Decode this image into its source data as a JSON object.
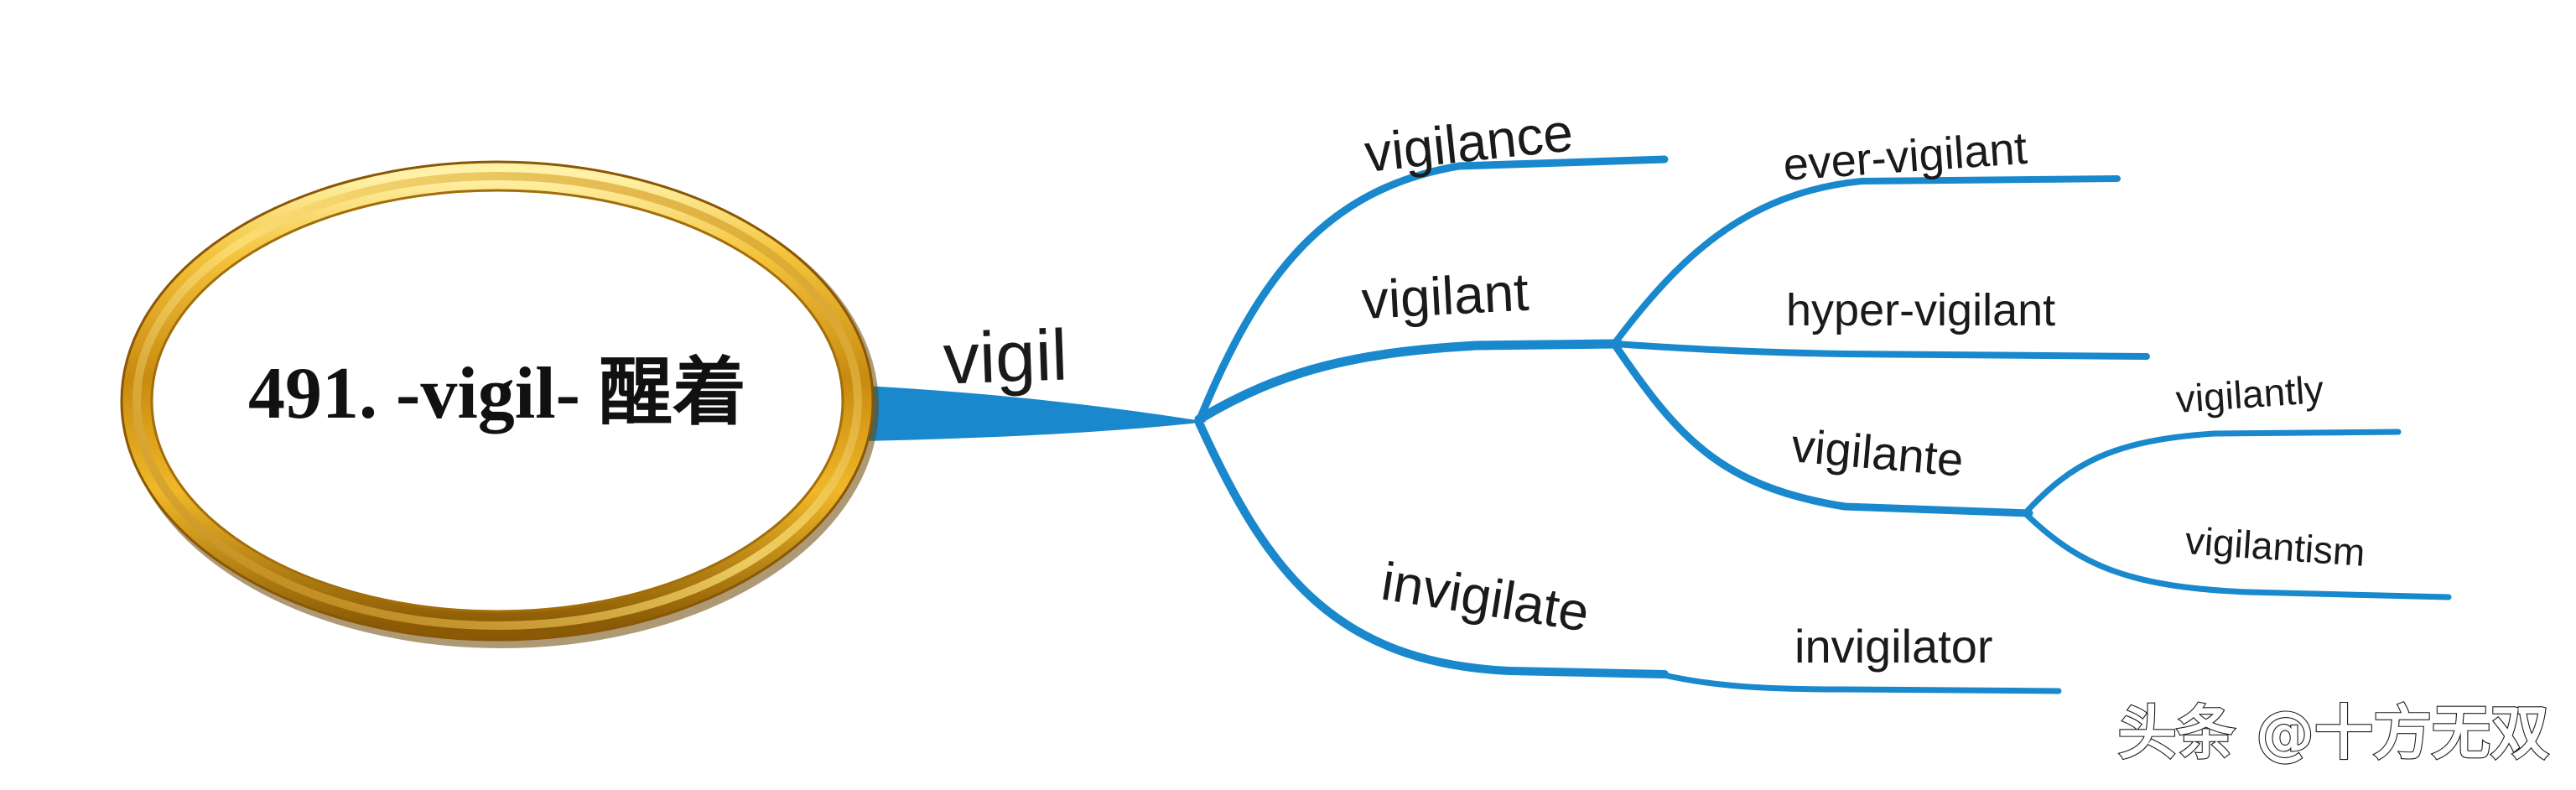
{
  "root": {
    "label": "491. -vigil- 醒着"
  },
  "stem": {
    "label": "vigil"
  },
  "branches": {
    "vigilance": "vigilance",
    "vigilant": "vigilant",
    "ever_vigilant": "ever-vigilant",
    "hyper_vigilant": "hyper-vigilant",
    "vigilante": "vigilante",
    "vigilantly": "vigilantly",
    "vigilantism": "vigilantism",
    "invigilate": "invigilate",
    "invigilator": "invigilator"
  },
  "watermark": {
    "text": "头条 @十方无双"
  },
  "colors": {
    "branch": "#1a88cc",
    "ring_gold": "#e0a21a",
    "ring_dark": "#9a6508",
    "ring_light": "#ffe58a"
  }
}
